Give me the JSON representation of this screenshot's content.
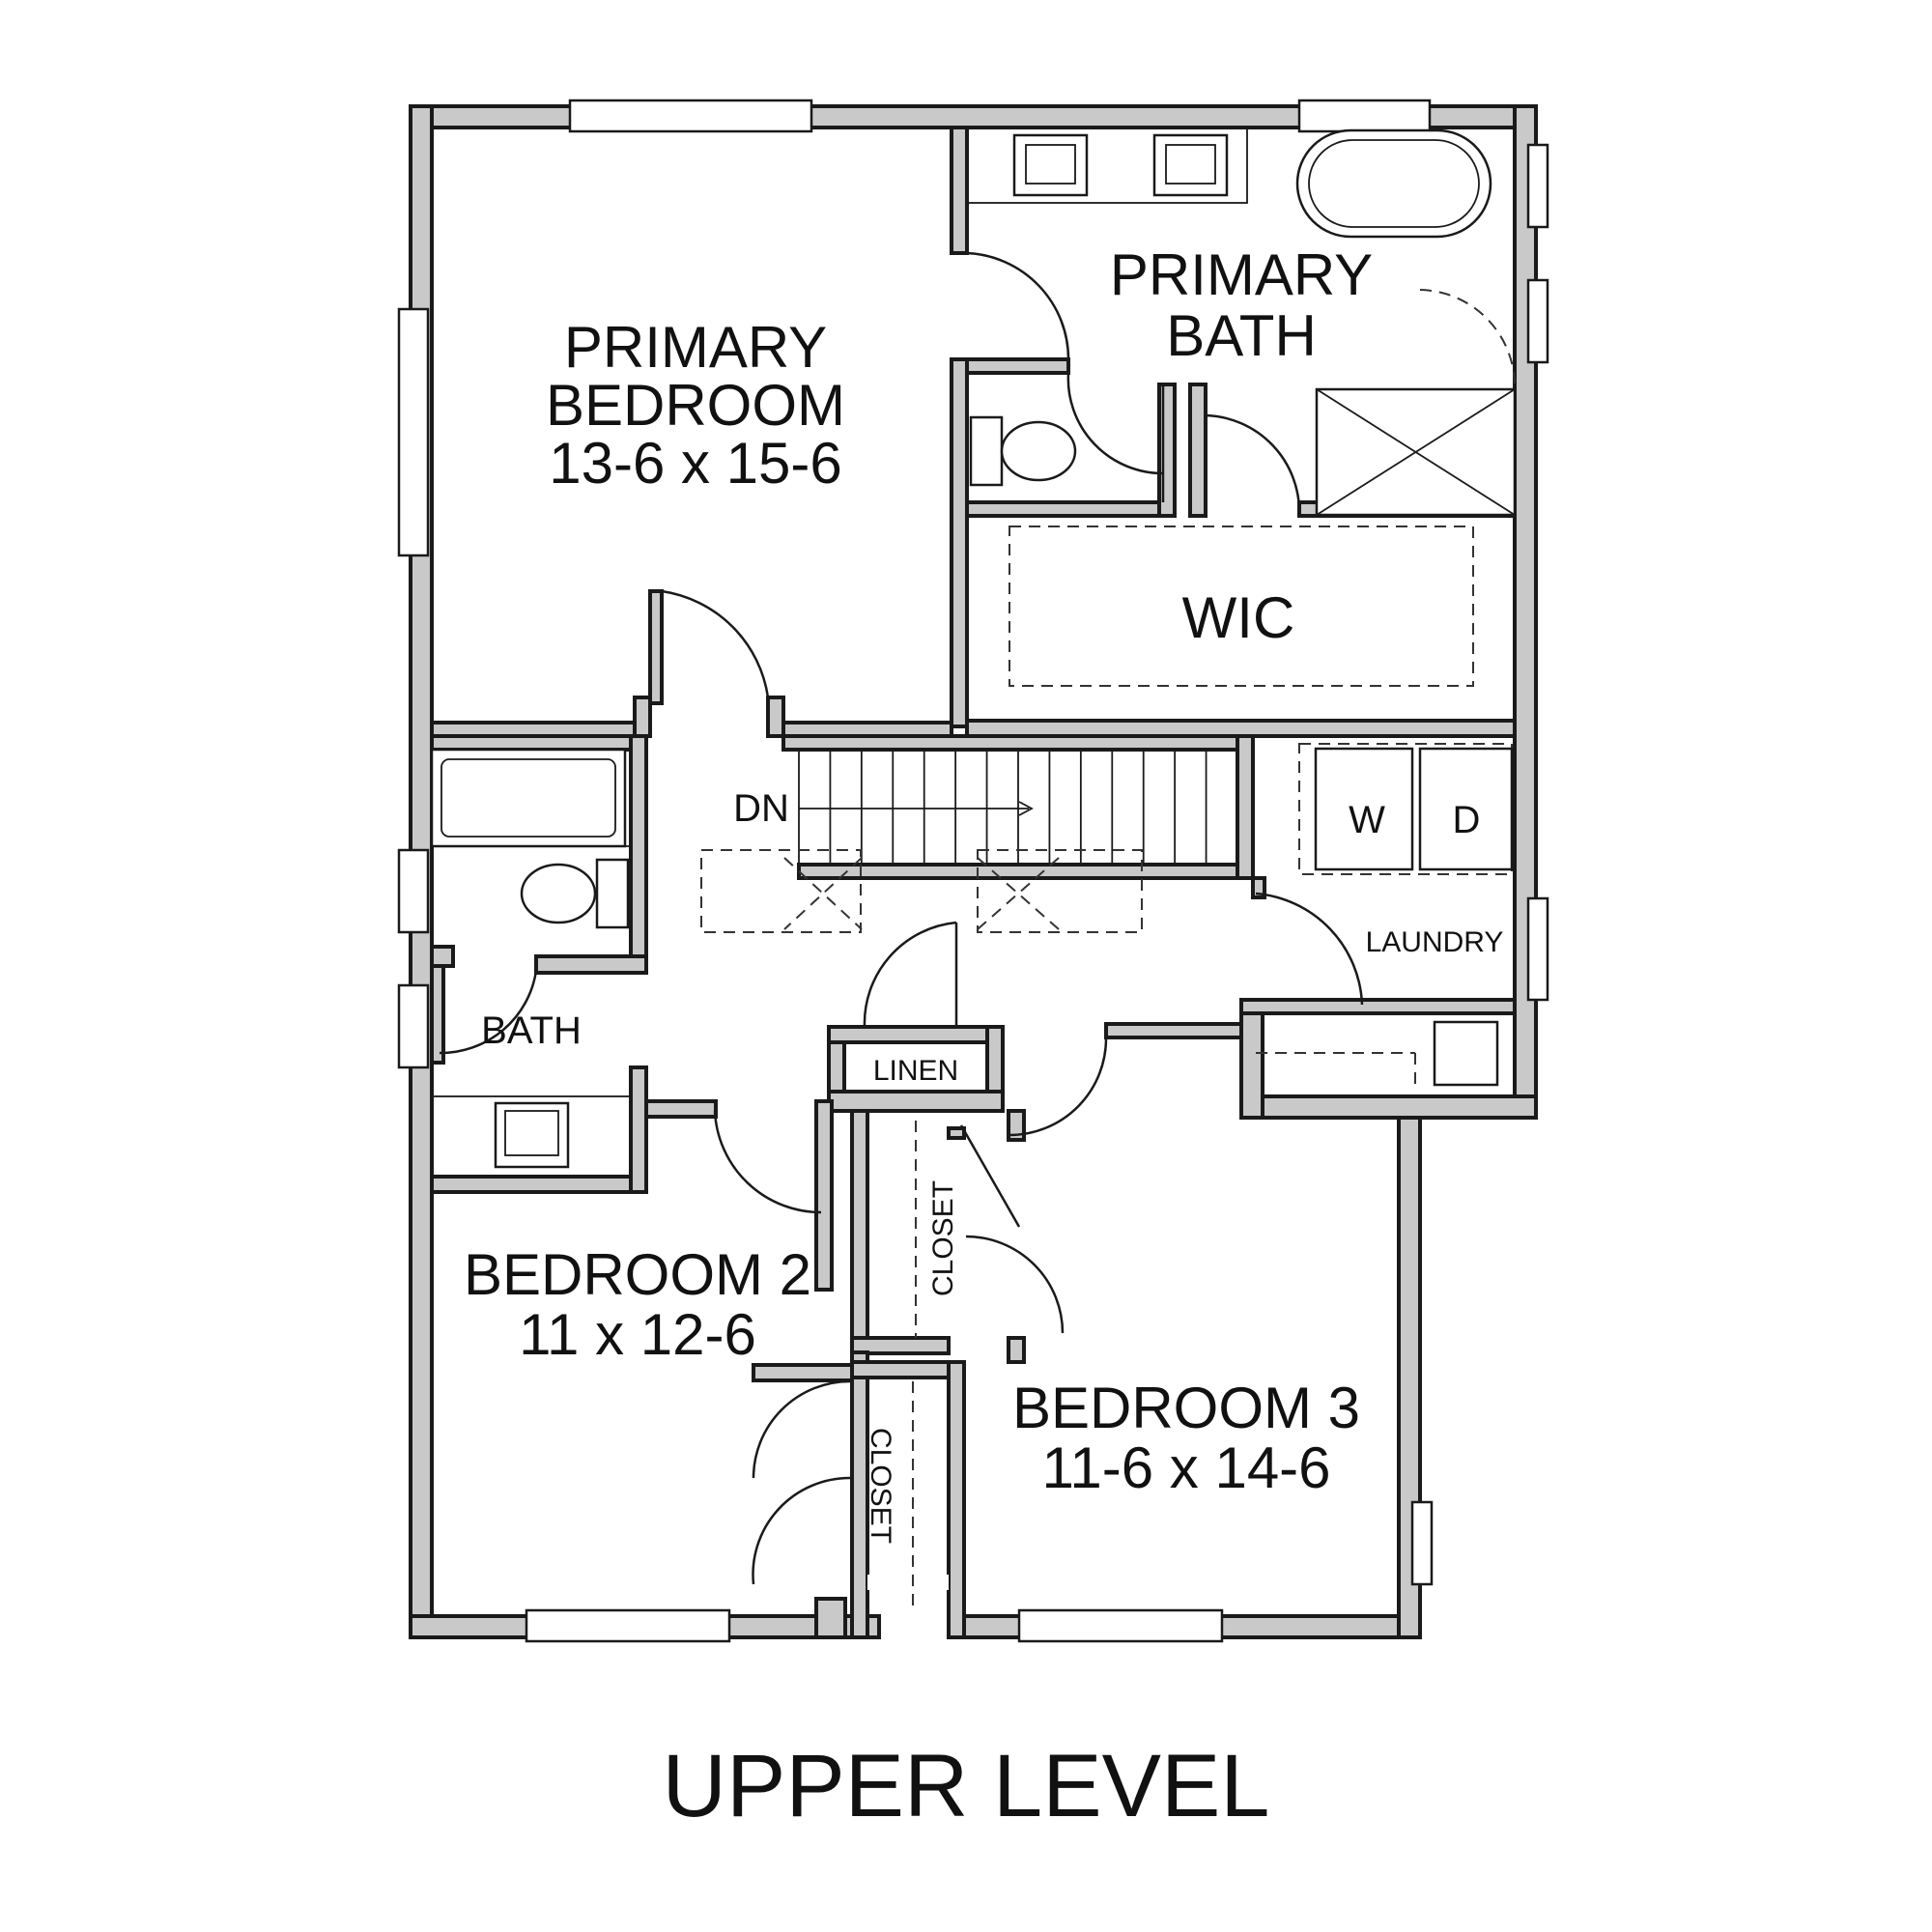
{
  "title": "UPPER LEVEL",
  "rooms": {
    "primary_bedroom": {
      "name_line1": "PRIMARY",
      "name_line2": "BEDROOM",
      "dims": "13-6 x 15-6"
    },
    "primary_bath": {
      "name_line1": "PRIMARY",
      "name_line2": "BATH"
    },
    "wic": {
      "name": "WIC"
    },
    "stairs": {
      "label": "DN"
    },
    "washer": {
      "label": "W"
    },
    "dryer": {
      "label": "D"
    },
    "laundry": {
      "name": "LAUNDRY"
    },
    "bath": {
      "name": "BATH"
    },
    "linen": {
      "name": "LINEN"
    },
    "closet_upper": {
      "name": "CLOSET"
    },
    "closet_lower": {
      "name": "CLOSET"
    },
    "bedroom2": {
      "name": "BEDROOM 2",
      "dims": "11 x 12-6"
    },
    "bedroom3": {
      "name": "BEDROOM 3",
      "dims": "11-6 x 14-6"
    }
  }
}
